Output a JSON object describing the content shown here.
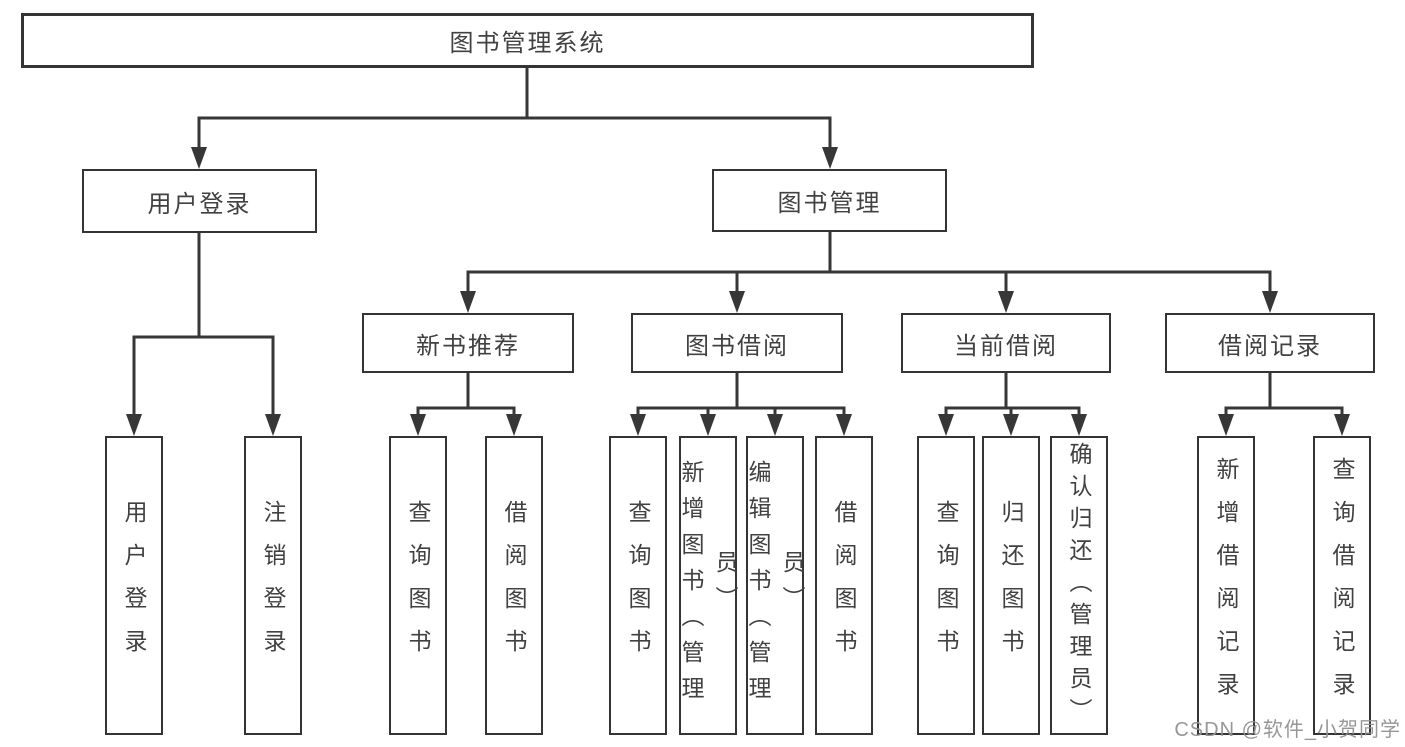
{
  "diagram": {
    "watermark": "CSDN @软件_小贺同学",
    "colors": {
      "line": "#373737",
      "border": "#343434",
      "text": "#414141",
      "background": "#ffffff",
      "watermark": "#919191"
    },
    "tree": {
      "label": "图书管理系统",
      "children": [
        {
          "label": "用户登录",
          "children": [
            {
              "label": "用户登录"
            },
            {
              "label": "注销登录"
            }
          ]
        },
        {
          "label": "图书管理",
          "children": [
            {
              "label": "新书推荐",
              "children": [
                {
                  "label": "查询图书"
                },
                {
                  "label": "借阅图书"
                }
              ]
            },
            {
              "label": "图书借阅",
              "children": [
                {
                  "label": "查询图书"
                },
                {
                  "label": "新增图书（管理员）"
                },
                {
                  "label": "编辑图书（管理员）"
                },
                {
                  "label": "借阅图书"
                }
              ]
            },
            {
              "label": "当前借阅",
              "children": [
                {
                  "label": "查询图书"
                },
                {
                  "label": "归还图书"
                },
                {
                  "label": "确认归还（管理员）"
                }
              ]
            },
            {
              "label": "借阅记录",
              "children": [
                {
                  "label": "新增借阅记录"
                },
                {
                  "label": "查询借阅记录"
                }
              ]
            }
          ]
        }
      ]
    }
  }
}
